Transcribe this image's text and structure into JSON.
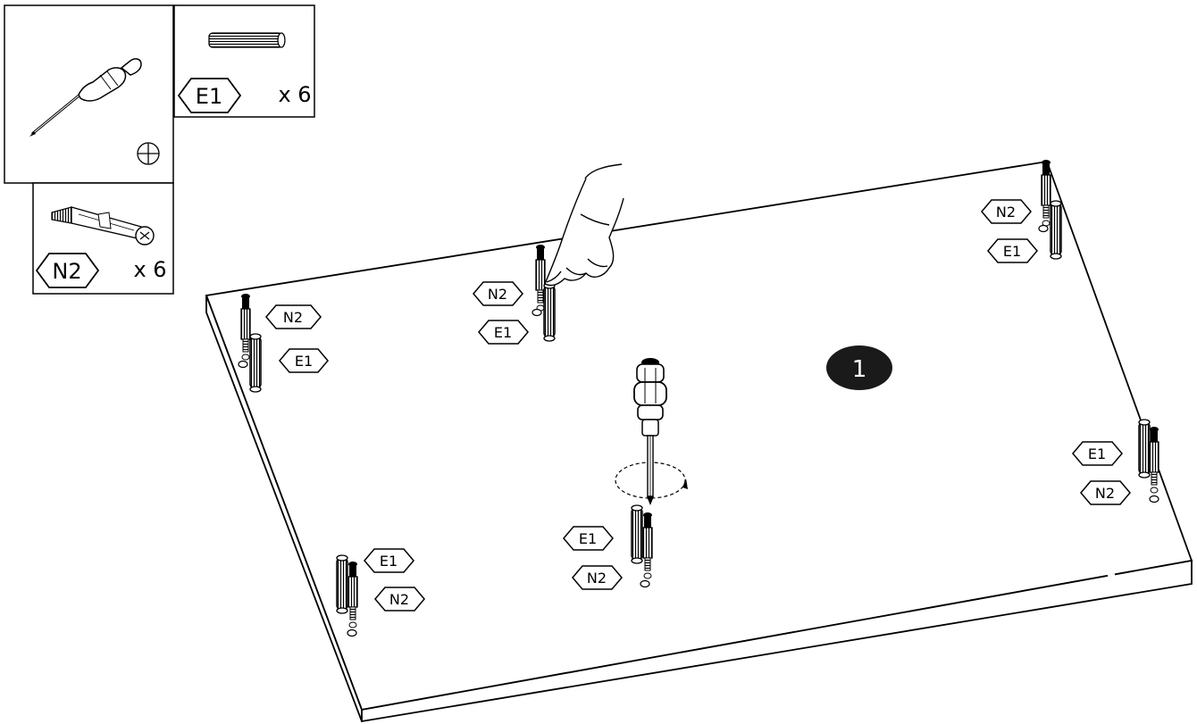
{
  "step": {
    "number": "1",
    "badge_color": "#1a1a1a"
  },
  "parts_legend": {
    "tool": {
      "icon": "screwdriver-icon",
      "head_symbol": "phillips-cross-icon"
    },
    "items": [
      {
        "code": "E1",
        "quantity": "x 6",
        "icon": "wooden-dowel-icon"
      },
      {
        "code": "N2",
        "quantity": "x 6",
        "icon": "cam-bolt-icon"
      }
    ]
  },
  "callouts": [
    {
      "code": "N2"
    },
    {
      "code": "E1"
    },
    {
      "code": "N2"
    },
    {
      "code": "E1"
    },
    {
      "code": "N2"
    },
    {
      "code": "E1"
    },
    {
      "code": "E1"
    },
    {
      "code": "N2"
    },
    {
      "code": "E1"
    },
    {
      "code": "N2"
    },
    {
      "code": "E1"
    },
    {
      "code": "N2"
    }
  ]
}
